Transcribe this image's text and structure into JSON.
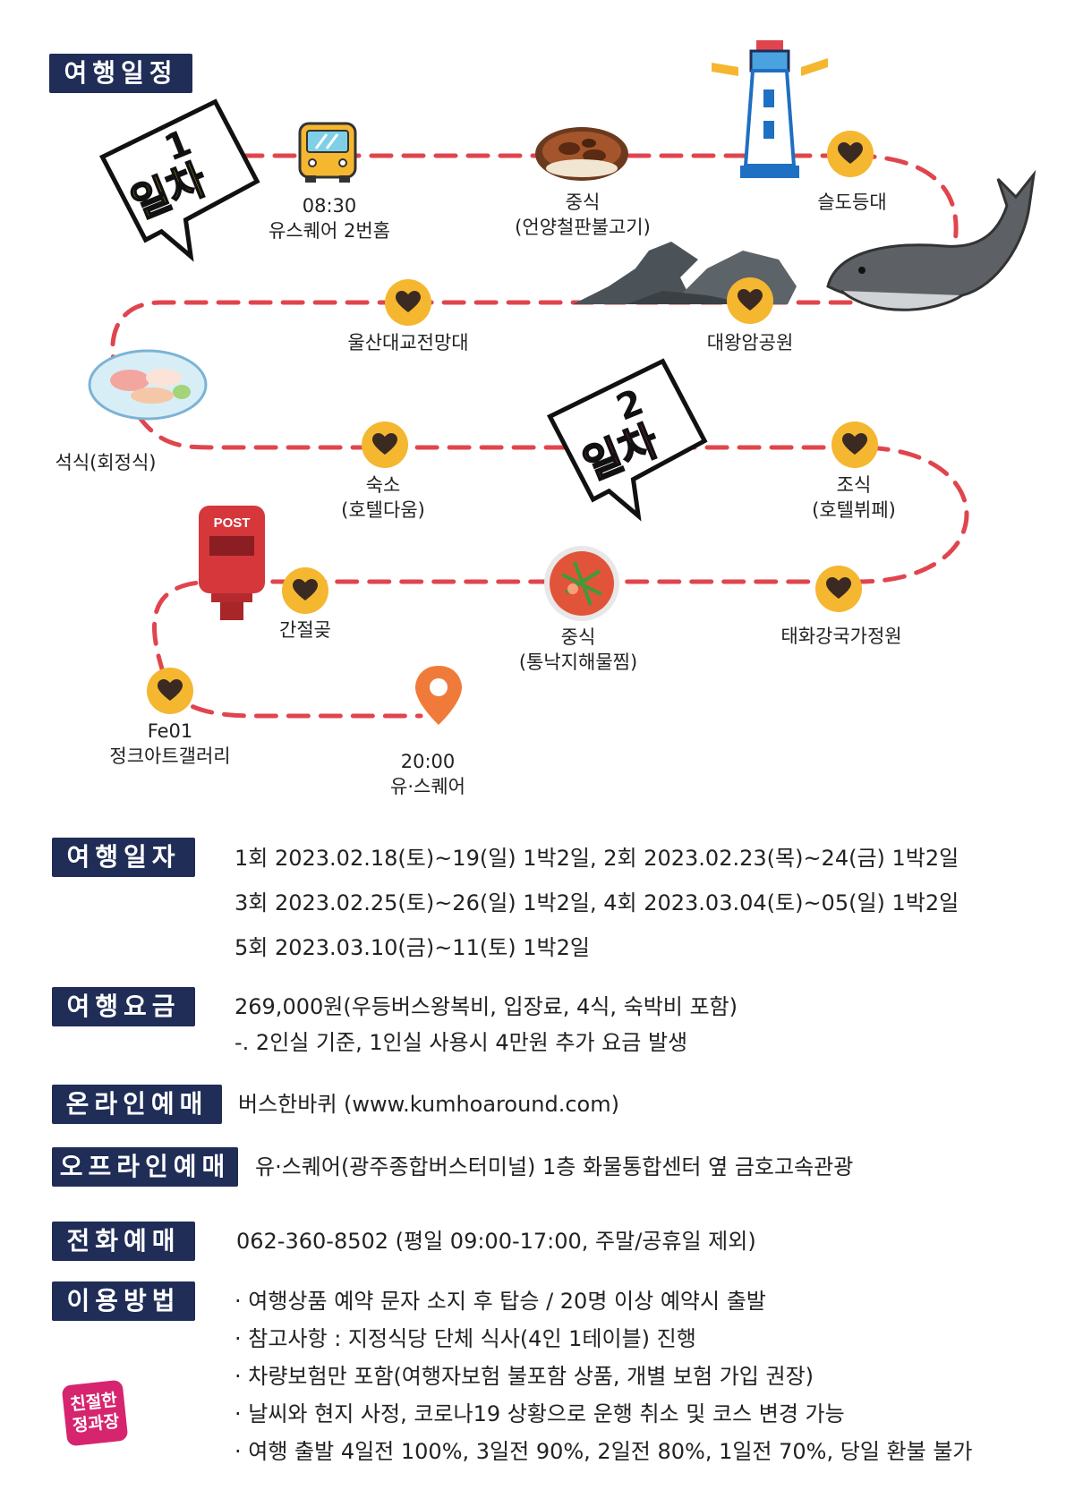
{
  "schedule_title": "여행일정",
  "day1_badge": {
    "number": "1",
    "label": "일차"
  },
  "day2_badge": {
    "number": "2",
    "label": "일차"
  },
  "stops": {
    "bus": {
      "line1": "08:30",
      "line2": "유스퀘어 2번홈"
    },
    "lunch1": {
      "line1": "중식",
      "line2": "(언양철판불고기)"
    },
    "lighthouse": {
      "line1": "슬도등대"
    },
    "daewangam": {
      "line1": "대왕암공원"
    },
    "bridge": {
      "line1": "울산대교전망대"
    },
    "dinner": {
      "line1": "석식(회정식)"
    },
    "hotel": {
      "line1": "숙소",
      "line2": "(호텔다움)"
    },
    "breakfast": {
      "line1": "조식",
      "line2": "(호텔뷔페)"
    },
    "garden": {
      "line1": "태화강국가정원"
    },
    "lunch2": {
      "line1": "중식",
      "line2": "(통낙지해물찜)"
    },
    "ganjeolgot": {
      "line1": "간절곶"
    },
    "gallery": {
      "line1": "Fe01",
      "line2": "정크아트갤러리"
    },
    "end": {
      "line1": "20:00",
      "line2": "유·스퀘어"
    }
  },
  "mailbox_text": "POST",
  "info": {
    "dates": {
      "label": "여행일자",
      "lines": [
        "1회 2023.02.18(토)~19(일) 1박2일,    2회 2023.02.23(목)~24(금) 1박2일",
        "3회 2023.02.25(토)~26(일) 1박2일,  4회 2023.03.04(토)~05(일) 1박2일",
        "5회 2023.03.10(금)~11(토) 1박2일"
      ]
    },
    "fee": {
      "label": "여행요금",
      "lines": [
        "269,000원(우등버스왕복비, 입장료, 4식, 숙박비 포함)",
        "-. 2인실 기준, 1인실 사용시 4만원 추가 요금 발생"
      ]
    },
    "online": {
      "label": "온라인예매",
      "text": "버스한바퀴 (www.kumhoaround.com)"
    },
    "offline": {
      "label": "오프라인예매",
      "text": "유·스퀘어(광주종합버스터미널) 1층 화물통합센터 옆 금호고속관광"
    },
    "phone": {
      "label": "전화예매",
      "text": "062-360-8502 (평일 09:00-17:00, 주말/공휴일 제외)"
    },
    "usage": {
      "label": "이용방법",
      "lines": [
        "· 여행상품 예약 문자 소지 후 탑승 / 20명 이상 예약시 출발",
        "· 참고사항 : 지정식당 단체 식사(4인 1테이블) 진행",
        "· 차량보험만 포함(여행자보험 불포함 상품, 개별 보험 가입 권장)",
        "· 날씨와 현지 사정, 코로나19 상황으로 운행 취소 및 코스 변경 가능",
        "· 여행 출발 4일전 100%, 3일전 90%,  2일전 80%, 1일전 70%, 당일 환불 불가"
      ]
    }
  },
  "stamp": {
    "line1": "친절한",
    "line2": "정과장"
  },
  "colors": {
    "route": "#e0454d",
    "heart": "#f5b730",
    "tag": "#1f2d57",
    "pin": "#f07a3a",
    "stamp": "#d6246e"
  }
}
